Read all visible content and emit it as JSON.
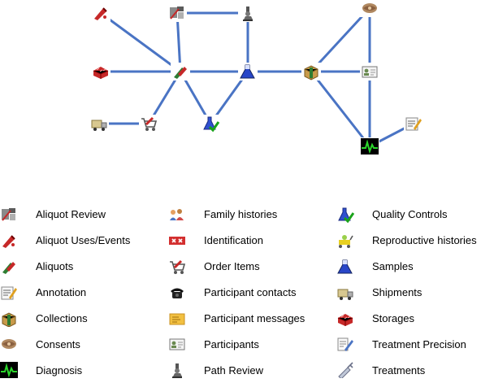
{
  "diagram": {
    "nodes": [
      {
        "id": "aliquot-uses",
        "icon": "aliquot-uses-icon"
      },
      {
        "id": "aliquot-review",
        "icon": "aliquot-review-icon"
      },
      {
        "id": "path-review",
        "icon": "path-review-icon"
      },
      {
        "id": "consents",
        "icon": "consents-icon"
      },
      {
        "id": "storages",
        "icon": "storages-icon"
      },
      {
        "id": "aliquots",
        "icon": "aliquots-icon"
      },
      {
        "id": "samples",
        "icon": "samples-icon"
      },
      {
        "id": "collections",
        "icon": "collections-icon"
      },
      {
        "id": "participants",
        "icon": "participants-icon"
      },
      {
        "id": "shipments",
        "icon": "shipments-icon"
      },
      {
        "id": "order-items",
        "icon": "order-items-icon"
      },
      {
        "id": "quality-controls",
        "icon": "quality-controls-icon"
      },
      {
        "id": "annotation",
        "icon": "annotation-icon"
      },
      {
        "id": "diagnosis",
        "icon": "diagnosis-icon"
      }
    ],
    "edges": [
      [
        "aliquot-uses",
        "aliquots"
      ],
      [
        "storages",
        "aliquots"
      ],
      [
        "aliquot-review",
        "aliquots"
      ],
      [
        "aliquot-review",
        "path-review"
      ],
      [
        "path-review",
        "samples"
      ],
      [
        "aliquots",
        "samples"
      ],
      [
        "aliquots",
        "order-items"
      ],
      [
        "aliquots",
        "quality-controls"
      ],
      [
        "samples",
        "quality-controls"
      ],
      [
        "samples",
        "collections"
      ],
      [
        "shipments",
        "order-items"
      ],
      [
        "collections",
        "consents"
      ],
      [
        "collections",
        "participants"
      ],
      [
        "collections",
        "diagnosis"
      ],
      [
        "consents",
        "diagnosis"
      ],
      [
        "diagnosis",
        "annotation"
      ]
    ]
  },
  "legend": {
    "columns": [
      [
        {
          "label": "Aliquot Review",
          "icon": "aliquot-review-icon"
        },
        {
          "label": "Aliquot Uses/Events",
          "icon": "aliquot-uses-icon"
        },
        {
          "label": "Aliquots",
          "icon": "aliquots-icon"
        },
        {
          "label": "Annotation",
          "icon": "annotation-icon"
        },
        {
          "label": "Collections",
          "icon": "collections-icon"
        },
        {
          "label": "Consents",
          "icon": "consents-icon"
        },
        {
          "label": "Diagnosis",
          "icon": "diagnosis-icon"
        }
      ],
      [
        {
          "label": "Family histories",
          "icon": "family-histories-icon"
        },
        {
          "label": "Identification",
          "icon": "identification-icon"
        },
        {
          "label": "Order Items",
          "icon": "order-items-icon"
        },
        {
          "label": "Participant contacts",
          "icon": "participant-contacts-icon"
        },
        {
          "label": "Participant messages",
          "icon": "participant-messages-icon"
        },
        {
          "label": "Participants",
          "icon": "participants-icon"
        },
        {
          "label": "Path Review",
          "icon": "path-review-icon"
        }
      ],
      [
        {
          "label": "Quality Controls",
          "icon": "quality-controls-icon"
        },
        {
          "label": "Reproductive histories",
          "icon": "reproductive-histories-icon"
        },
        {
          "label": "Samples",
          "icon": "samples-icon"
        },
        {
          "label": "Shipments",
          "icon": "shipments-icon"
        },
        {
          "label": "Storages",
          "icon": "storages-icon"
        },
        {
          "label": "Treatment Precision",
          "icon": "treatment-precision-icon"
        },
        {
          "label": "Treatments",
          "icon": "treatments-icon"
        }
      ]
    ]
  },
  "colors": {
    "edge": "#4a74c4",
    "background": "#ffffff"
  }
}
